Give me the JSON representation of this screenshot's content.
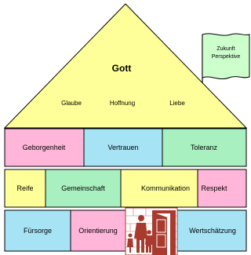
{
  "roof": {
    "title": "Gott",
    "values": [
      "Glaube",
      "Hoffnung",
      "Liebe"
    ]
  },
  "flag": {
    "line1": "Zukunft",
    "line2": "Perspektive"
  },
  "rows": [
    [
      "Geborgenheit",
      "Vertrauen",
      "Toleranz"
    ],
    [
      "Reife",
      "Gemeinschaft",
      "Kommunikation",
      "Respekt"
    ],
    [
      "Fürsorge",
      "Orientierung",
      "Wertschätzung"
    ]
  ],
  "colors": {
    "roof": "#ffff99",
    "flag": "#ccffcc",
    "pink": "#ffb6d9",
    "blue": "#a6e3f5",
    "green": "#a8f0c0",
    "yellow": "#ffff99",
    "door": "#a83a2e"
  }
}
